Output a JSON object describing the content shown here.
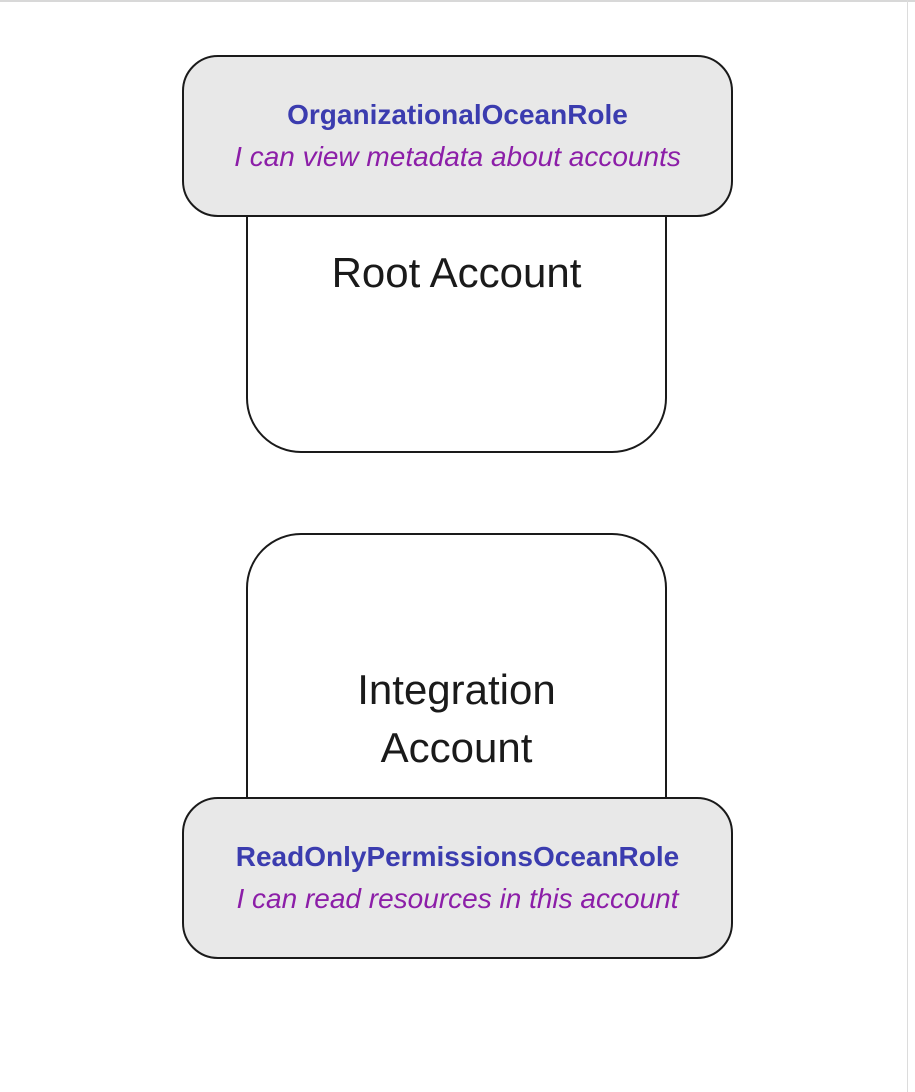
{
  "colors": {
    "background": "#ffffff",
    "box_border": "#1a1a1a",
    "role_box_fill": "#e8e8e8",
    "account_box_fill": "#ffffff",
    "role_name_text": "#3b3caf",
    "role_description_text": "#8c1ea8",
    "account_label_text": "#1a1a1a",
    "edge_line": "#d8d8d8"
  },
  "groups": [
    {
      "account": {
        "line1": "Root Account",
        "line2": ""
      },
      "role": {
        "name": "OrganizationalOceanRole",
        "description": "I can view metadata about accounts",
        "position": "top"
      }
    },
    {
      "account": {
        "line1": "Integration",
        "line2": "Account"
      },
      "role": {
        "name": "ReadOnlyPermissionsOceanRole",
        "description": "I can read resources in this account",
        "position": "bottom"
      }
    }
  ]
}
